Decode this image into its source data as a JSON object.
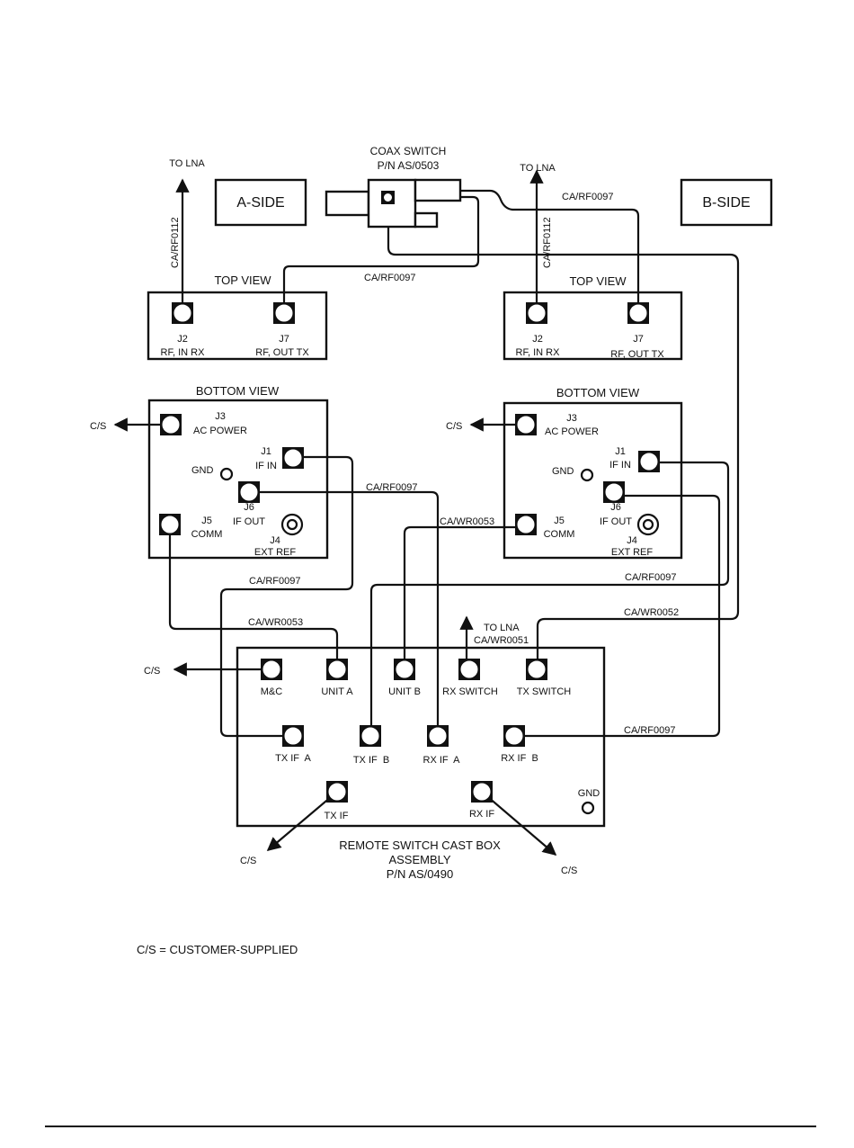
{
  "coax_switch": {
    "title": "COAX SWITCH",
    "part_number": "P/N AS/0503"
  },
  "a_side": {
    "label": "A-SIDE",
    "to_lna": "TO LNA",
    "rx_cable": "CA/RF0112",
    "top_view": {
      "title": "TOP VIEW",
      "connectors": [
        {
          "id": "J2",
          "desc": "RF, IN RX"
        },
        {
          "id": "J7",
          "desc": "RF, OUT TX"
        }
      ]
    },
    "bottom_view": {
      "title": "BOTTOM VIEW",
      "cs": "C/S",
      "gnd": "GND",
      "connectors": [
        {
          "id": "J3",
          "desc": "AC POWER"
        },
        {
          "id": "J1",
          "desc": "IF IN"
        },
        {
          "id": "J6",
          "desc": "IF OUT"
        },
        {
          "id": "J5",
          "desc": "COMM"
        },
        {
          "id": "J4",
          "desc": "EXT REF"
        }
      ]
    }
  },
  "b_side": {
    "label": "B-SIDE",
    "to_lna": "TO LNA",
    "rx_cable": "CA/RF0112",
    "top_view": {
      "title": "TOP VIEW",
      "connectors": [
        {
          "id": "J2",
          "desc": "RF, IN RX"
        },
        {
          "id": "J7",
          "desc": "RF, OUT TX"
        }
      ]
    },
    "bottom_view": {
      "title": "BOTTOM VIEW",
      "cs": "C/S",
      "gnd": "GND",
      "connectors": [
        {
          "id": "J3",
          "desc": "AC POWER"
        },
        {
          "id": "J1",
          "desc": "IF IN"
        },
        {
          "id": "J6",
          "desc": "IF OUT"
        },
        {
          "id": "J5",
          "desc": "COMM"
        },
        {
          "id": "J4",
          "desc": "EXT REF"
        }
      ]
    }
  },
  "cables": {
    "switch_to_a_j7": "CA/RF0097",
    "switch_to_b_j7": "CA/RF0097",
    "a_j6_to_rxifa": "CA/RF0097",
    "a_j1_to_txifa": "CA/RF0097",
    "a_j5_to_unita": "CA/WR0053",
    "b_j5_to_unitb": "CA/WR0053",
    "b_j1_to_txifb": "CA/RF0097",
    "switch_to_txswitch": "CA/WR0052",
    "b_j6_to_rxifb": "CA/RF0097",
    "rx_switch_lna": "CA/WR0051"
  },
  "cast_box": {
    "title_lines": [
      "REMOTE SWITCH CAST BOX",
      "ASSEMBLY",
      "P/N AS/0490"
    ],
    "to_lna": "TO LNA",
    "cs": "C/S",
    "gnd": "GND",
    "connectors": {
      "mc": "M&C",
      "unit_a": "UNIT A",
      "unit_b": "UNIT B",
      "rx_switch": "RX SWITCH",
      "tx_switch": "TX SWITCH",
      "tx_if_a": "TX IF  A",
      "tx_if_b": "TX IF  B",
      "rx_if_a": "RX IF  A",
      "rx_if_b": "RX IF  B",
      "tx_if": "TX IF",
      "rx_if": "RX IF"
    }
  },
  "legend": "C/S = CUSTOMER-SUPPLIED"
}
